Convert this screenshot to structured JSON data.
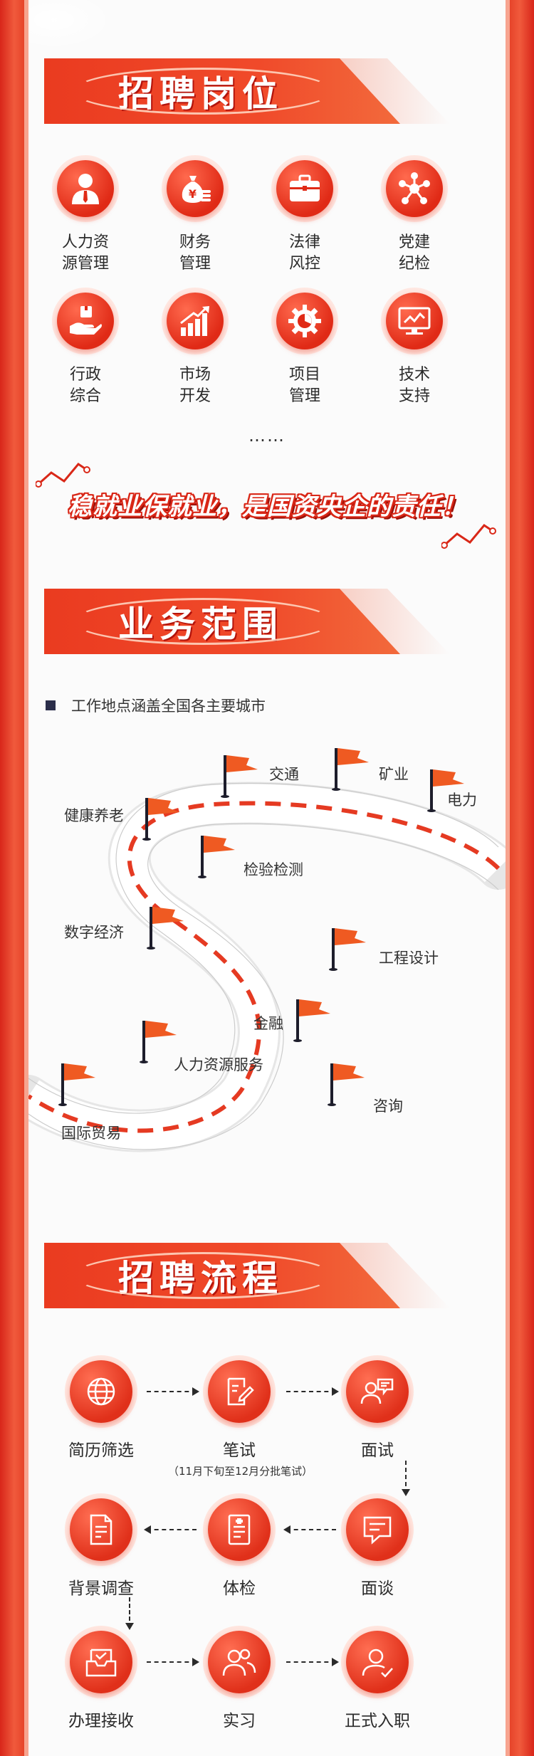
{
  "colors": {
    "primary": "#e8371f",
    "dark": "#2b2e4a",
    "panel": "#fbfbfb"
  },
  "positions_section": {
    "title": "招聘岗位",
    "items": [
      {
        "label": "人力资\n源管理",
        "icon": "person-icon"
      },
      {
        "label": "财务\n管理",
        "icon": "money-bag-icon"
      },
      {
        "label": "法律\n风控",
        "icon": "briefcase-icon"
      },
      {
        "label": "党建\n纪检",
        "icon": "network-icon"
      },
      {
        "label": "行政\n综合",
        "icon": "hand-box-icon"
      },
      {
        "label": "市场\n开发",
        "icon": "growth-chart-icon"
      },
      {
        "label": "项目\n管理",
        "icon": "gear-chart-icon"
      },
      {
        "label": "技术\n支持",
        "icon": "monitor-icon"
      }
    ],
    "more": "……",
    "slogan": "稳就业保就业，是国资央企的责任！"
  },
  "scope_section": {
    "title": "业务范围",
    "note": "工作地点涵盖全国各主要城市",
    "fields": [
      "交通",
      "矿业",
      "电力",
      "健康养老",
      "检验检测",
      "数字经济",
      "工程设计",
      "金融",
      "人力资源服务",
      "咨询",
      "国际贸易"
    ]
  },
  "process_section": {
    "title": "招聘流程",
    "steps": [
      {
        "label": "简历筛选",
        "icon": "globe-icon"
      },
      {
        "label": "笔试",
        "sub": "（11月下旬至12月分批笔试）",
        "icon": "edit-document-icon"
      },
      {
        "label": "面试",
        "icon": "people-chat-icon"
      },
      {
        "label": "面谈",
        "icon": "chat-bubble-icon"
      },
      {
        "label": "体检",
        "icon": "medical-report-icon"
      },
      {
        "label": "背景调查",
        "icon": "document-check-icon"
      },
      {
        "label": "办理接收",
        "icon": "inbox-check-icon"
      },
      {
        "label": "实习",
        "icon": "group-icon"
      },
      {
        "label": "正式入职",
        "icon": "user-check-icon"
      }
    ]
  }
}
